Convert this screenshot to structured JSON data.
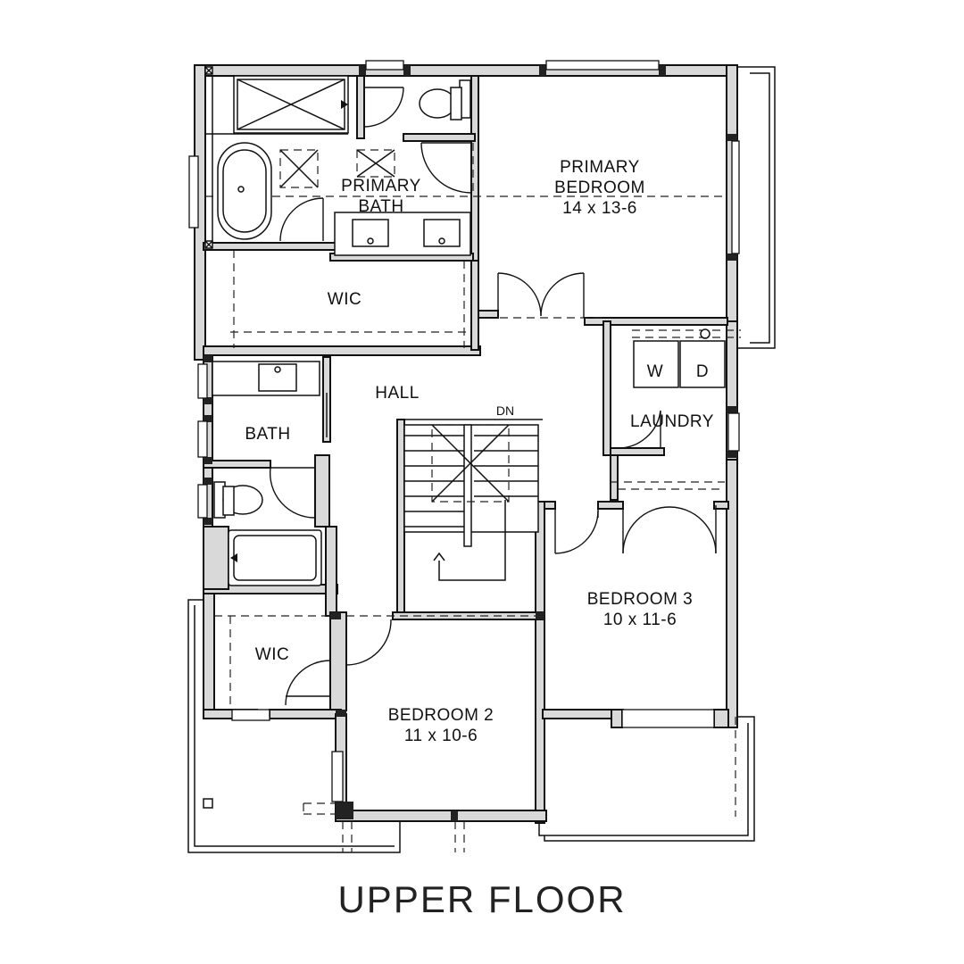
{
  "title": "UPPER FLOOR",
  "rooms": {
    "primary_bedroom": {
      "name_line1": "PRIMARY",
      "name_line2": "BEDROOM",
      "size": "14 x 13-6"
    },
    "primary_bath": {
      "name_line1": "PRIMARY",
      "name_line2": "BATH"
    },
    "wic_primary": {
      "name": "WIC"
    },
    "hall": {
      "name": "HALL"
    },
    "bath": {
      "name": "BATH"
    },
    "laundry": {
      "name": "LAUNDRY",
      "washer": "W",
      "dryer": "D"
    },
    "stairs": {
      "direction": "DN"
    },
    "bedroom3": {
      "name": "BEDROOM 3",
      "size": "10 x 11-6"
    },
    "wic_bed2": {
      "name": "WIC"
    },
    "bedroom2": {
      "name": "BEDROOM 2",
      "size": "11 x 10-6"
    }
  }
}
